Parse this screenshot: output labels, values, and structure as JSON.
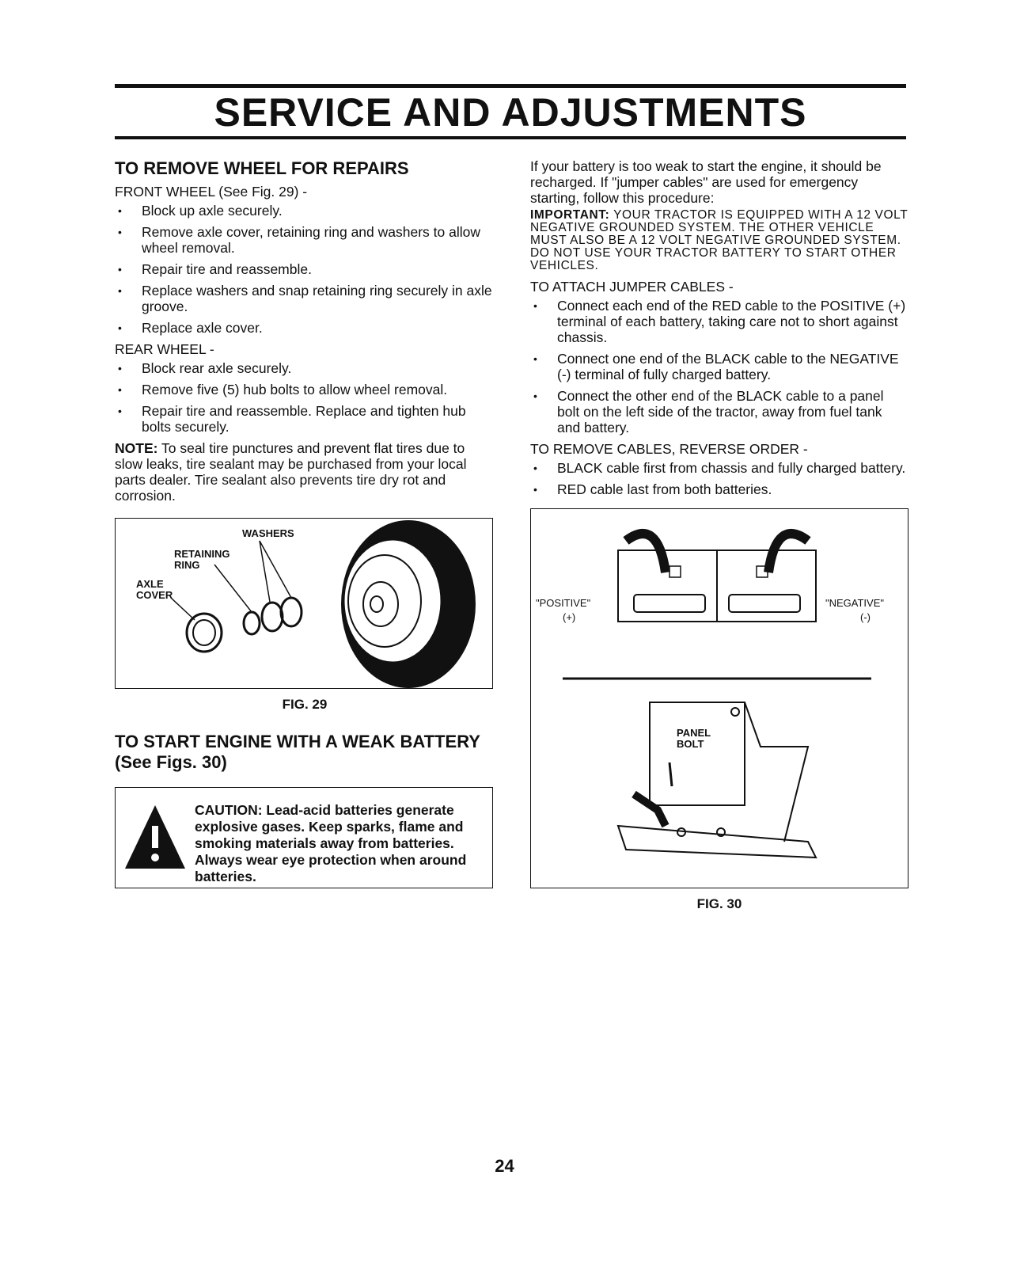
{
  "header": {
    "title": "SERVICE AND ADJUSTMENTS"
  },
  "left": {
    "remove_wheel": {
      "heading": "TO REMOVE WHEEL FOR REPAIRS",
      "front_label": "FRONT WHEEL (See Fig. 29) -",
      "front_steps": [
        "Block up axle securely.",
        "Remove axle cover, retaining ring and washers to allow wheel removal.",
        "Repair tire and reassemble.",
        "Replace washers and snap retaining ring securely in axle groove.",
        "Replace axle cover."
      ],
      "rear_label": "REAR WHEEL -",
      "rear_steps": [
        "Block rear axle securely.",
        "Remove five (5) hub bolts to allow wheel removal.",
        "Repair tire and reassemble. Replace and tighten hub bolts securely."
      ],
      "note_label": "NOTE:",
      "note_text": " To seal tire punctures and prevent flat tires due to slow leaks, tire sealant may be purchased from your local parts dealer. Tire sealant also prevents tire dry rot and corrosion."
    },
    "fig29": {
      "labels": {
        "washers": "WASHERS",
        "retaining_ring": "RETAINING\nRING",
        "axle_cover": "AXLE\nCOVER"
      },
      "caption": "FIG. 29"
    },
    "weak_battery": {
      "heading_line1": "TO START ENGINE WITH A WEAK BATTERY",
      "heading_line2": "(See Figs. 30)",
      "caution_text": "CAUTION: Lead-acid batteries generate explosive gases. Keep sparks, flame and smoking materials away from batteries. Always wear eye protection when around batteries."
    }
  },
  "right": {
    "intro": "If your battery is too weak to start the engine, it should be recharged. If \"jumper cables\" are used for emergency starting, follow this procedure:",
    "important_label": "IMPORTANT:",
    "important_text": " YOUR TRACTOR IS EQUIPPED WITH A 12 VOLT NEGATIVE GROUNDED SYSTEM. THE OTHER VEHICLE MUST ALSO BE A 12 VOLT NEGATIVE GROUNDED SYSTEM. DO NOT USE YOUR TRACTOR BATTERY TO START OTHER VEHICLES.",
    "attach_label": "TO ATTACH JUMPER CABLES -",
    "attach_steps": [
      "Connect each end of the RED cable to the POSITIVE (+) terminal of each battery, taking care not to short against chassis.",
      "Connect one end of the BLACK cable to the NEGATIVE (-) terminal of fully charged battery.",
      "Connect the other end of the BLACK cable to a panel bolt on the left side of the tractor, away from fuel tank and battery."
    ],
    "remove_label": "TO REMOVE CABLES, REVERSE ORDER -",
    "remove_steps": [
      "BLACK cable first from chassis and fully charged battery.",
      "RED cable last from both batteries."
    ],
    "fig30": {
      "labels": {
        "positive": "\"POSITIVE\"",
        "positive_sign": "(+)",
        "negative": "\"NEGATIVE\"",
        "negative_sign": "(-)",
        "panel_bolt": "PANEL\nBOLT"
      },
      "caption": "FIG. 30"
    }
  },
  "footer": {
    "page_number": "24"
  }
}
